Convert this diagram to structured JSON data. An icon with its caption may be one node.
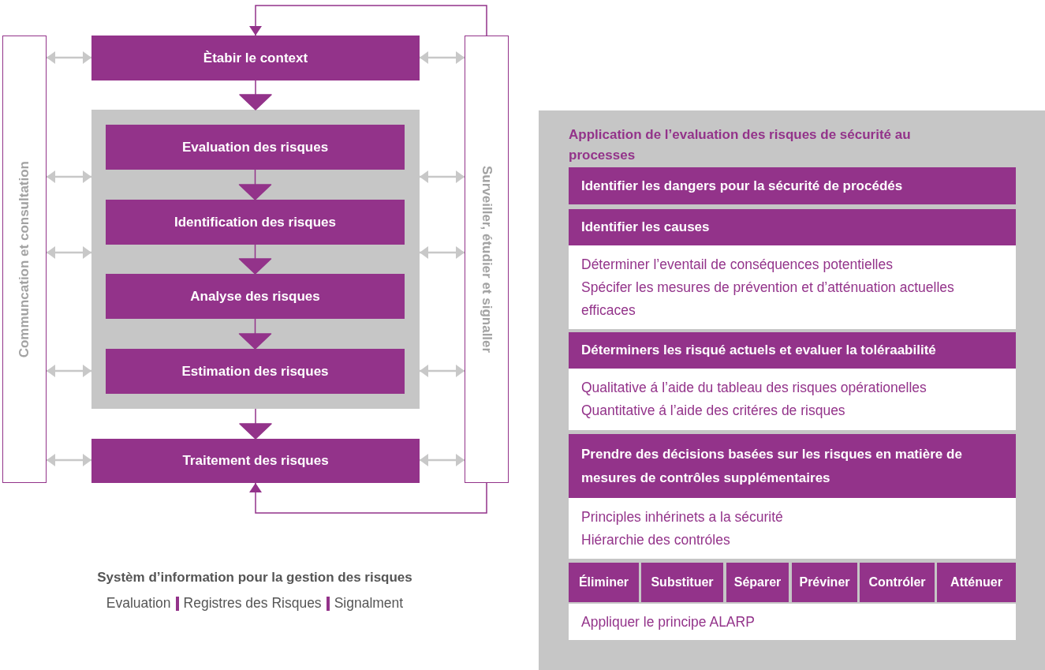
{
  "diagram": {
    "nodes": [
      {
        "text": [
          "Communcation et consultation"
        ]
      },
      {
        "text": [
          "Ètabir le context"
        ]
      },
      {
        "text": [],
        "shape": "box"
      },
      {
        "text": [
          "Evaluation des risques"
        ],
        "in": 2
      },
      {
        "text": [
          "Identification des risques"
        ],
        "in": 2
      },
      {
        "text": [
          "Analyse des risques"
        ],
        "in": 2
      },
      {
        "text": [
          "Estimation des risques"
        ],
        "in": 2
      },
      {
        "text": [
          "Traitement des risques"
        ]
      },
      {
        "text": [
          "Surveiller, étudier et signaller"
        ]
      },
      {
        "text": [
          "Application de l’evaluation des risques de sécurité au processes"
        ]
      },
      {
        "text": [
          "Identifier les dangers pour la sécurité de procédés"
        ],
        "in": 9
      },
      {
        "text": [
          "Identifier les causes"
        ],
        "in": 9
      },
      {
        "text": [
          "Déterminer l’eventail de conséquences potentielles",
          "Spécifer les mesures de prévention et d’atténuation actuelles efficaces"
        ],
        "in": 9
      },
      {
        "text": [
          "Déterminers les risqué actuels et evaluer la toléraabilité"
        ],
        "in": 9
      },
      {
        "text": [
          "Qualitative á l’aide du tableau des risques opérationelles",
          "Quantitative á l’aide des critéres de risques"
        ],
        "in": 9
      },
      {
        "text": [
          "Prendre des décisions basées sur les risques en matière de mesures de contrôles supplémentaires"
        ],
        "in": 9
      },
      {
        "text": [
          "Principles inhérinets a la sécurité",
          "Hiérarchie des contróles"
        ],
        "in": 9
      },
      {
        "text": [
          "Éliminer"
        ],
        "in": 9
      },
      {
        "text": [
          "Substituer"
        ],
        "in": 9
      },
      {
        "text": [
          "Séparer"
        ],
        "in": 9
      },
      {
        "text": [
          "Préviner"
        ],
        "in": 9
      },
      {
        "text": [
          "Contróler"
        ],
        "in": 9
      },
      {
        "text": [
          "Atténuer"
        ],
        "in": 9
      },
      {
        "text": [
          "Appliquer le principe ALARP"
        ],
        "in": 9
      }
    ],
    "edges": [
      {
        "from": 1,
        "to": 2,
        "arrow": "to",
        "color": "#93338a"
      },
      {
        "from": 3,
        "to": 4,
        "arrow": "to",
        "color": "#93338a"
      },
      {
        "from": 4,
        "to": 5,
        "arrow": "to",
        "color": "#93338a"
      },
      {
        "from": 5,
        "to": 6,
        "arrow": "to",
        "color": "#93338a"
      },
      {
        "from": 2,
        "to": 7,
        "arrow": "to",
        "color": "#93338a"
      },
      {
        "from": 8,
        "to": 1,
        "arrow": "to",
        "color": "#93338a"
      },
      {
        "from": 8,
        "to": 7,
        "arrow": "to",
        "color": "#93338a"
      },
      {
        "from": 0,
        "to": 1,
        "arrow": "both"
      },
      {
        "from": 0,
        "to": 2,
        "arrow": "both"
      },
      {
        "from": 0,
        "to": 2,
        "arrow": "both"
      },
      {
        "from": 0,
        "to": 2,
        "arrow": "both"
      },
      {
        "from": 0,
        "to": 7,
        "arrow": "both"
      },
      {
        "from": 1,
        "to": 8,
        "arrow": "both"
      },
      {
        "from": 2,
        "to": 8,
        "arrow": "both"
      },
      {
        "from": 2,
        "to": 8,
        "arrow": "both"
      },
      {
        "from": 2,
        "to": 8,
        "arrow": "both"
      },
      {
        "from": 7,
        "to": 8,
        "arrow": "both"
      }
    ],
    "labels": [
      "Systèm d’information pour la gestion des risques",
      "Evaluation",
      "Registres des Risques",
      "Signalment"
    ]
  }
}
